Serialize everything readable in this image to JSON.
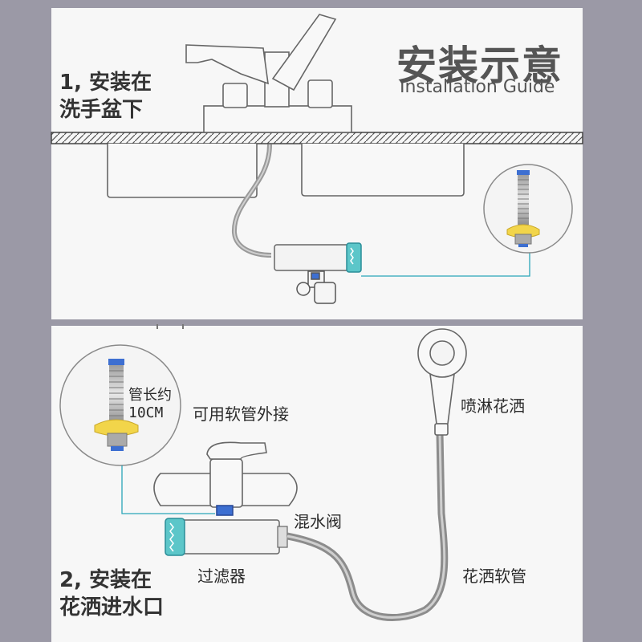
{
  "header": {
    "title_cn": "安装示意",
    "title_en": "Installation Guide"
  },
  "step1": {
    "line1": "1, 安装在",
    "line2": "洗手盆下"
  },
  "step2": {
    "line1": "2, 安装在",
    "line2": "花洒进水口"
  },
  "labels": {
    "pipe_length_line1": "管长约",
    "pipe_length_line2": "10CM",
    "hose_connect": "可用软管外接",
    "showerhead": "喷淋花洒",
    "mixing_valve": "混水阀",
    "filter": "过滤器",
    "shower_hose": "花洒软管"
  },
  "colors": {
    "background": "#9b99a6",
    "panel": "#f7f7f7",
    "accent_cyan": "#2aa6b8",
    "connector_yellow": "#f2d54a",
    "blue_ring": "#3d6fd1"
  }
}
